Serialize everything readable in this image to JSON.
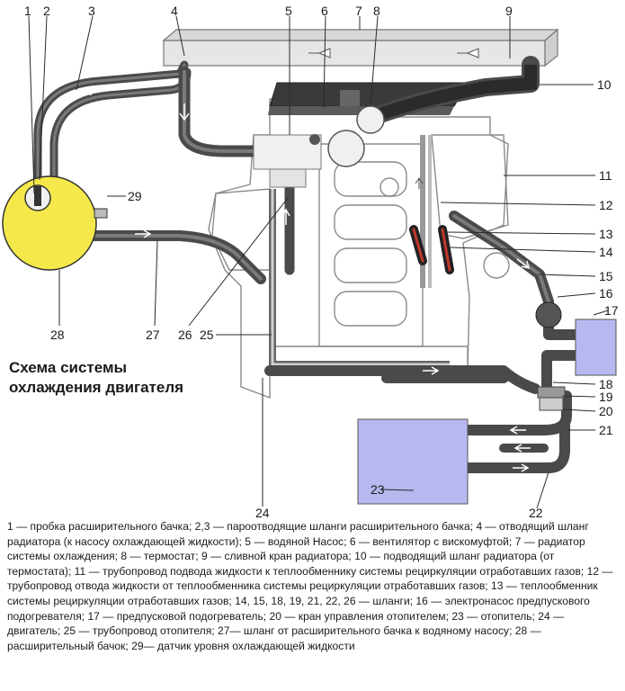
{
  "title_lines": [
    "Схема системы",
    "охлаждения двигателя"
  ],
  "callouts": {
    "c1": "1",
    "c2": "2",
    "c3": "3",
    "c4": "4",
    "c5": "5",
    "c6": "6",
    "c7": "7",
    "c8": "8",
    "c9": "9",
    "c10": "10",
    "c11": "11",
    "c12": "12",
    "c13": "13",
    "c14": "14",
    "c15": "15",
    "c16": "16",
    "c17": "17",
    "c18": "18",
    "c19": "19",
    "c20": "20",
    "c21": "21",
    "c22": "22",
    "c23": "23",
    "c24": "24",
    "c25": "25",
    "c26": "26",
    "c27": "27",
    "c28": "28",
    "c29": "29"
  },
  "legend": "1 — пробка расширительного бачка; 2,3 — пароотводящие шланги расширительного бачка; 4 — отводящий шланг радиатора (к насосу охлаждающей жидкости); 5 — водяной Насос; 6 — вентилятор с вискомуфтой; 7 — радиатор системы охлаждения; 8 — термостат; 9 — сливной кран радиатора; 10 — подводящий шланг радиатора (от термостата); 11 — трубопровод подвода жидкости к теплообменнику системы рециркуляции отработавших газов; 12 — трубопровод отвода жидкости от теплообменника системы рециркуляции отработавших газов; 13 — теплообменник системы рециркуляции отработавших газов; 14, 15, 18, 19, 21, 22, 26 — шланги; 16 — электронасос предпускового подогревателя; 17 — предпусковой подогреватель; 20 — кран управления отопителем; 23 — отопитель; 24 — двигатель; 25 — трубопровод отопителя; 27— шланг от расширительного бачка к водяному насосу; 28 — расширительный бачок; 29— датчик уровня охлаждающей жидкости",
  "colors": {
    "expansion_tank": "#f5e84a",
    "heater_blocks": "#b8b8f0",
    "hose": "#4a4a4a",
    "radiator": "#e6e6e6"
  }
}
